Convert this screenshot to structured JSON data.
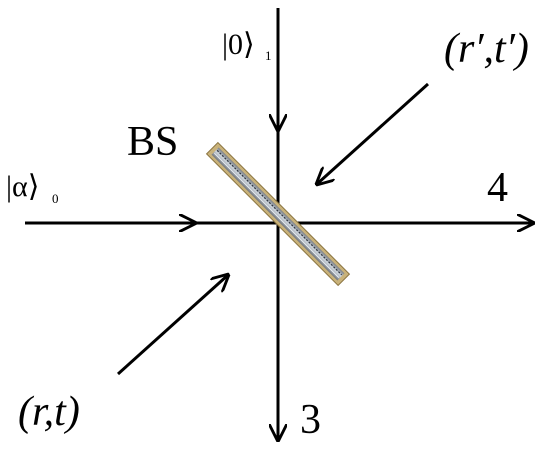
{
  "labels": {
    "input_0_ket": "|α⟩",
    "input_0_subscript": "0",
    "input_1_ket": "|0⟩",
    "input_1_subscript": "1",
    "beam_splitter": "BS",
    "output_3": "3",
    "output_4": "4",
    "coeffs_prime": "(r′,t′)",
    "coeffs": "(r,t)"
  }
}
